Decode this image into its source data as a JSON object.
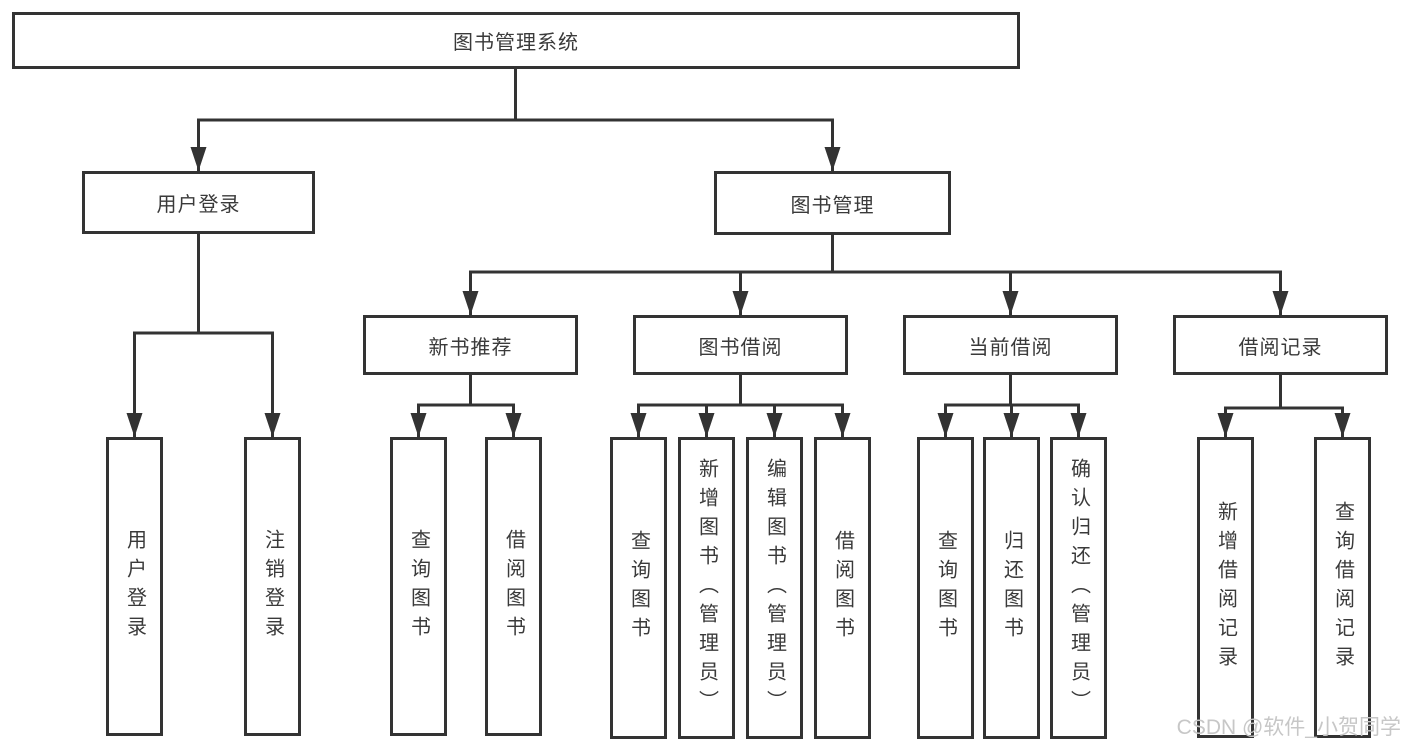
{
  "diagram": {
    "root": "图书管理系统",
    "branches": {
      "user_login": {
        "label": "用户登录",
        "children": [
          "用户登录",
          "注销登录"
        ]
      },
      "book_management": {
        "label": "图书管理",
        "sections": [
          {
            "label": "新书推荐",
            "children": [
              "查询图书",
              "借阅图书"
            ]
          },
          {
            "label": "图书借阅",
            "children": [
              "查询图书",
              "新增图书（管理员）",
              "编辑图书（管理员）",
              "借阅图书"
            ]
          },
          {
            "label": "当前借阅",
            "children": [
              "查询图书",
              "归还图书",
              "确认归还（管理员）"
            ]
          },
          {
            "label": "借阅记录",
            "children": [
              "新增借阅记录",
              "查询借阅记录"
            ]
          }
        ]
      }
    }
  },
  "watermark": "CSDN @软件_小贺同学",
  "colors": {
    "line": "#333333",
    "text": "#3a3a3a",
    "box_bg": "#ffffff",
    "watermark": "#c7c7c7"
  }
}
